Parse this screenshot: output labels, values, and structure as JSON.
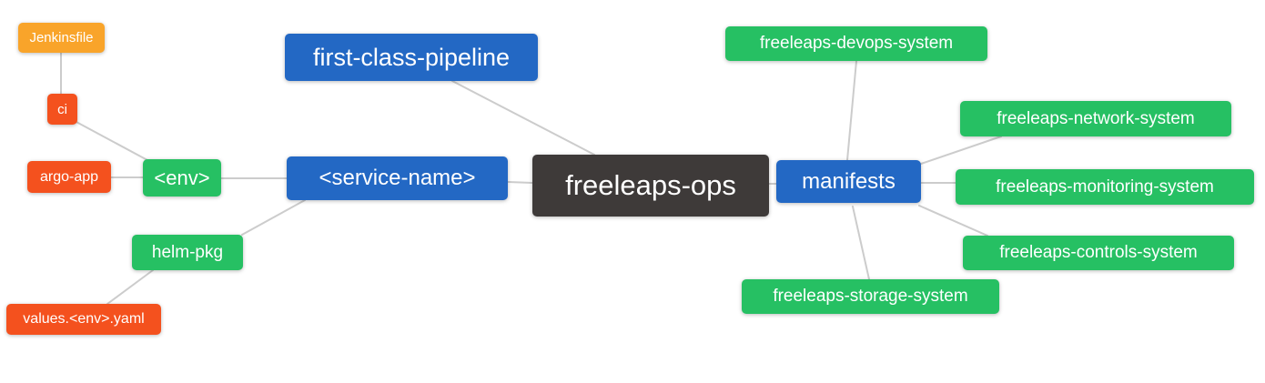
{
  "palette": {
    "blue": "#2368C4",
    "green": "#26C063",
    "orange": "#F9A42A",
    "red_orange": "#F4511E",
    "dark": "#3E3A39",
    "line": "#CCCCCC",
    "background": "#FFFFFF"
  },
  "nodes": {
    "jenkinsfile": "Jenkinsfile",
    "ci": "ci",
    "argo_app": "argo-app",
    "env": "<env>",
    "first_class_pipeline": "first-class-pipeline",
    "service_name": "<service-name>",
    "freeleaps_ops": "freeleaps-ops",
    "manifests": "manifests",
    "devops_system": "freeleaps-devops-system",
    "network_system": "freeleaps-network-system",
    "monitoring_system": "freeleaps-monitoring-system",
    "controls_system": "freeleaps-controls-system",
    "storage_system": "freeleaps-storage-system",
    "helm_pkg": "helm-pkg",
    "values_yaml": "values.<env>.yaml"
  },
  "edges": [
    [
      "jenkinsfile",
      "ci"
    ],
    [
      "ci",
      "env"
    ],
    [
      "argo_app",
      "env"
    ],
    [
      "env",
      "service_name"
    ],
    [
      "service_name",
      "freeleaps_ops"
    ],
    [
      "first_class_pipeline",
      "freeleaps_ops"
    ],
    [
      "service_name",
      "helm_pkg"
    ],
    [
      "helm_pkg",
      "values_yaml"
    ],
    [
      "freeleaps_ops",
      "manifests"
    ],
    [
      "manifests",
      "devops_system"
    ],
    [
      "manifests",
      "network_system"
    ],
    [
      "manifests",
      "monitoring_system"
    ],
    [
      "manifests",
      "controls_system"
    ],
    [
      "manifests",
      "storage_system"
    ]
  ]
}
